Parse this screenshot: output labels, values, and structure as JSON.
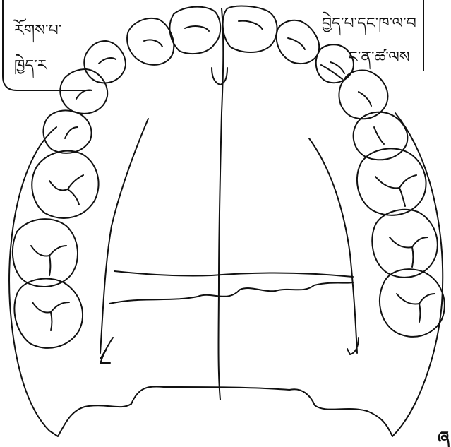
{
  "labels": {
    "top_left_line1": "ཪོགས་པ་",
    "top_left_line2": "ཁྱེད་ར",
    "top_right_line1": "བྱེད་པ་དང་ཁ་ལ་བ",
    "top_right_line2": "ང་ན་ཚ་ལས",
    "corner_fragment": "ཞ"
  },
  "colors": {
    "stroke": "#111111",
    "background": "#ffffff"
  },
  "icons": [
    "palate-diagram",
    "tooth-icon",
    "incisive-papilla",
    "palatine-fovea"
  ]
}
